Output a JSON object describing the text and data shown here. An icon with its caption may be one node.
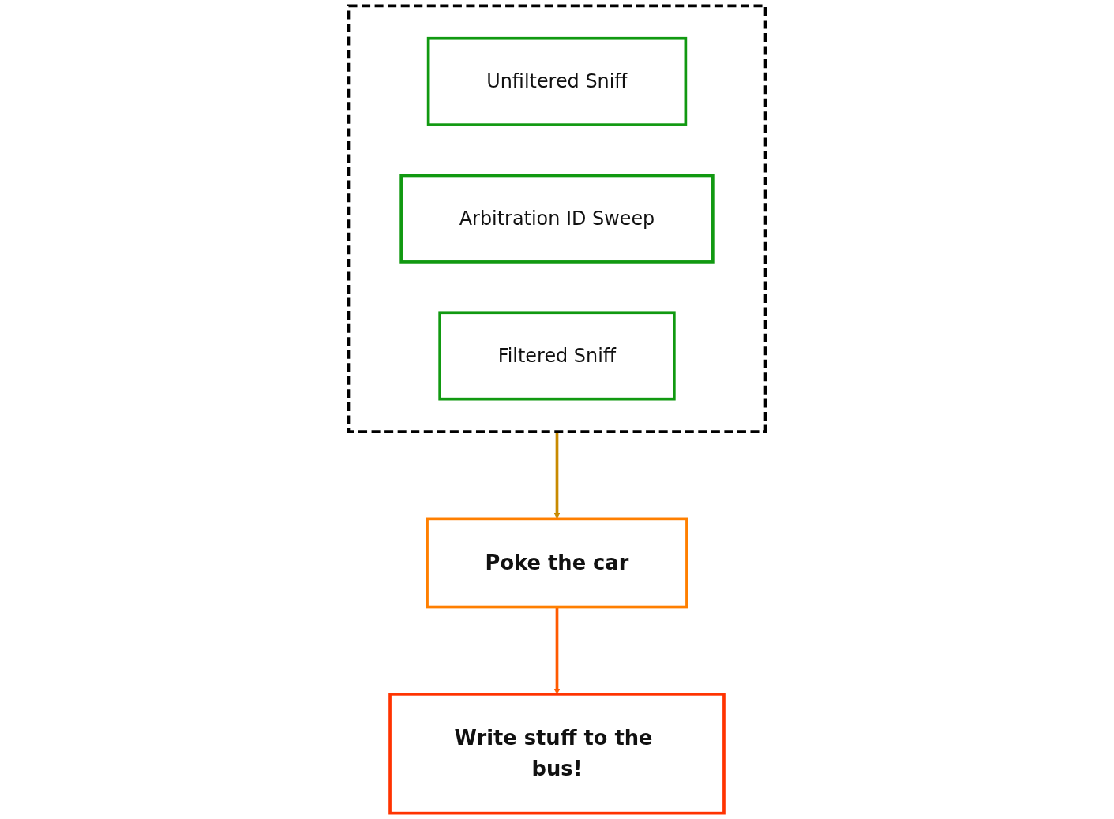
{
  "diagram": {
    "nodes": [
      {
        "text": [],
        "shape": "box"
      },
      {
        "text": [
          "Unfiltered Sniff"
        ],
        "in": 0
      },
      {
        "text": [
          "Arbitration ID Sweep"
        ],
        "in": 0
      },
      {
        "text": [
          "Filtered Sniff"
        ],
        "in": 0
      },
      {
        "text": [
          "Poke the car"
        ]
      },
      {
        "text": [
          "Write stuff to the bus!"
        ]
      }
    ],
    "edges": [
      {
        "from": 0,
        "to": 4,
        "arrow": "to",
        "color": "#c88a00"
      },
      {
        "from": 4,
        "to": 5,
        "arrow": "to",
        "color": "#ff5a00"
      }
    ]
  }
}
